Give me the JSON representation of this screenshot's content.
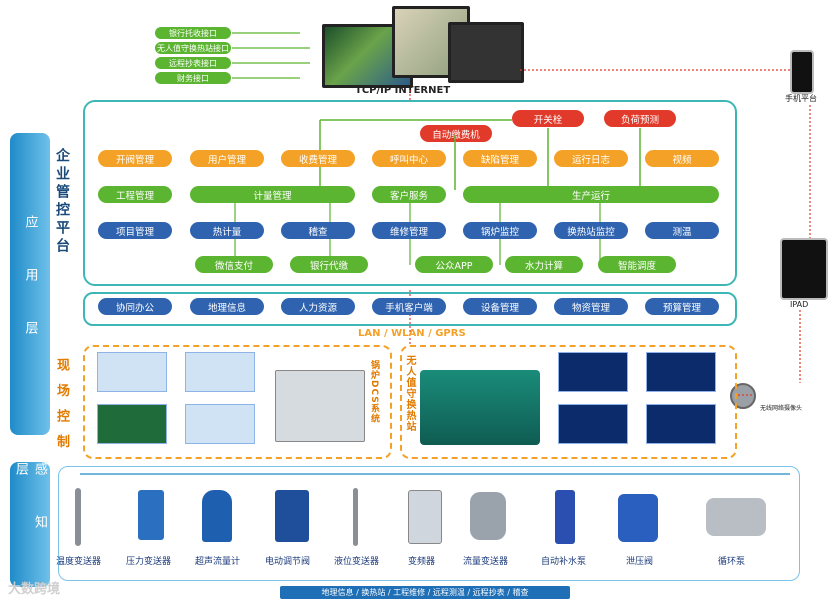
{
  "interfaces": [
    "银行托收接口",
    "无人值守换热站接口",
    "远程抄表接口",
    "财务接口"
  ],
  "header": {
    "network": "TCP/IP  INTERNET"
  },
  "devices_right": {
    "phone": "手机平台",
    "ipad": "IPAD",
    "camera": "无线网络摄像头"
  },
  "sidebar": {
    "app": "应 用 层",
    "field": "现 场 控 制",
    "sense": "感 知 层"
  },
  "platform": {
    "title": "企业管控平台"
  },
  "top_red": [
    "自动缴费机",
    "开关栓",
    "负荷预测"
  ],
  "row_orange": [
    "开阀管理",
    "用户管理",
    "收费管理",
    "呼叫中心",
    "缺陷管理",
    "运行日志",
    "视频"
  ],
  "row_green": [
    "工程管理",
    "计量管理",
    "客户服务",
    "生产运行"
  ],
  "row_blue": [
    "项目管理",
    "热计量",
    "稽查",
    "维修管理",
    "锅炉监控",
    "换热站监控",
    "测温"
  ],
  "row_green_bottom": [
    "微信支付",
    "银行代缴",
    "公众APP",
    "水力计算",
    "智能调度"
  ],
  "support_row": [
    "协同办公",
    "地理信息",
    "人力资源",
    "手机客户端",
    "设备管理",
    "物资管理",
    "预算管理"
  ],
  "lan": "LAN / WLAN / GPRS",
  "field": {
    "boiler_label": "锅炉DCS系统",
    "station_label": "无人值守换热站"
  },
  "sensors": [
    "温度变送器",
    "压力变送器",
    "超声流量计",
    "电动调节阀",
    "液位变送器",
    "变频器",
    "流量变送器",
    "自动补水泵",
    "泄压阀",
    "循环泵"
  ],
  "bottom_bar": "地理信息 / 换热站 / 工程维修 / 远程测温 / 远程抄表 / 稽查",
  "watermark": "大数跨境"
}
